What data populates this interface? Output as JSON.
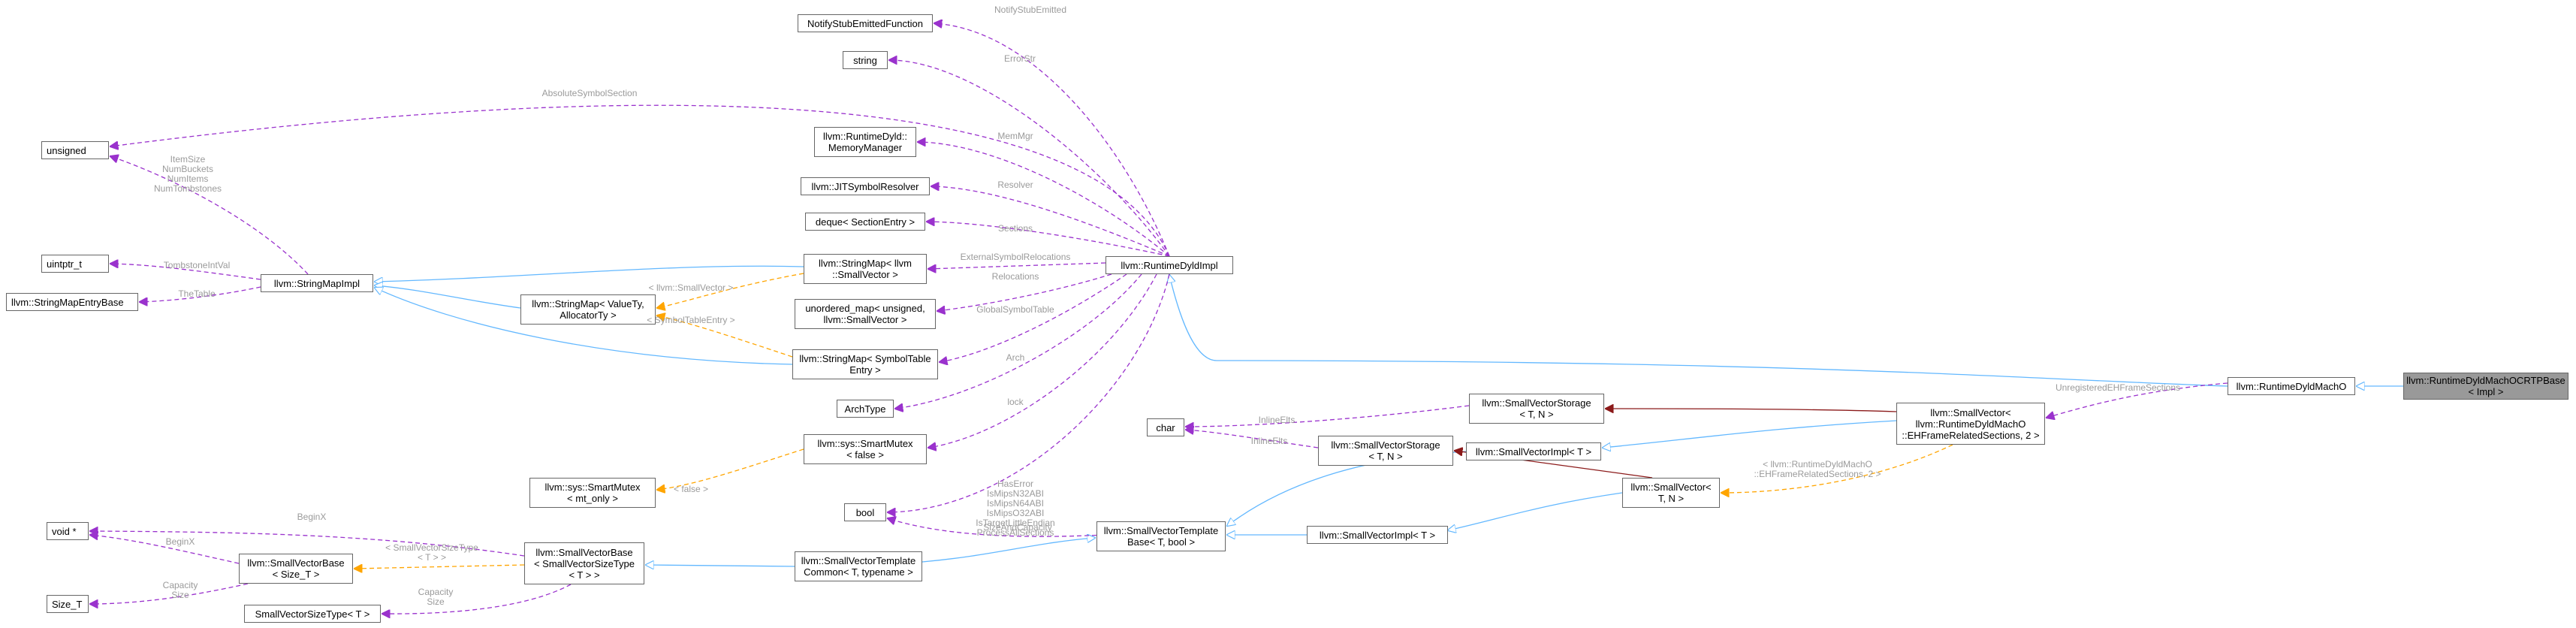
{
  "nodes": {
    "current": [
      "llvm::RuntimeDyldMachOCRTPBase",
      "< Impl >"
    ],
    "rdmacho": [
      "llvm::RuntimeDyldMachO"
    ],
    "rdimpl": [
      "llvm::RuntimeDyldImpl"
    ],
    "notify": [
      "NotifyStubEmittedFunction"
    ],
    "string": [
      "string"
    ],
    "memmgr": [
      "llvm::RuntimeDyld::",
      "MemoryManager"
    ],
    "jitsym": [
      "llvm::JITSymbolResolver"
    ],
    "deque": [
      "deque< SectionEntry >"
    ],
    "strmap_sv": [
      "llvm::StringMap< llvm",
      "::SmallVector >"
    ],
    "umap": [
      "unordered_map< unsigned,",
      "llvm::SmallVector >"
    ],
    "strmap_st": [
      "llvm::StringMap< SymbolTable",
      "Entry >"
    ],
    "archtype": [
      "ArchType"
    ],
    "mutex_false": [
      "llvm::sys::SmartMutex",
      "< false >"
    ],
    "bool": [
      "bool"
    ],
    "unsigned": [
      "unsigned"
    ],
    "uintptr": [
      "uintptr_t"
    ],
    "smeb": [
      "llvm::StringMapEntryBase"
    ],
    "smimpl": [
      "llvm::StringMapImpl"
    ],
    "strmap_vt": [
      "llvm::StringMap< ValueTy,",
      "AllocatorTy >"
    ],
    "mutex_mt": [
      "llvm::sys::SmartMutex",
      "< mt_only >"
    ],
    "void": [
      "void *"
    ],
    "svbase_size": [
      "llvm::SmallVectorBase",
      "< Size_T >"
    ],
    "size_t": [
      "Size_T"
    ],
    "svbase": [
      "llvm::SmallVectorBase",
      "< SmallVectorSizeType",
      "< T > >"
    ],
    "svsizetype": [
      "SmallVectorSizeType< T >"
    ],
    "svtc": [
      "llvm::SmallVectorTemplate",
      "Common< T, typename >"
    ],
    "svtb": [
      "llvm::SmallVectorTemplate",
      "Base< T, bool >"
    ],
    "char": [
      "char"
    ],
    "svs_tn": [
      "llvm::SmallVectorStorage",
      "< T, N >"
    ],
    "svimpl_t1": [
      "llvm::SmallVectorImpl< T >"
    ],
    "svimpl_t2": [
      "llvm::SmallVectorImpl< T >"
    ],
    "svs_ehfr": [
      "llvm::SmallVectorStorage",
      "< T, N >"
    ],
    "sv_tn": [
      "llvm::SmallVector<",
      "T, N >"
    ],
    "sv_ehfr": [
      "llvm::SmallVector<",
      "llvm::RuntimeDyldMachO",
      "::EHFrameRelatedSections, 2 >"
    ]
  },
  "edge_labels": {
    "notify": [
      "NotifyStubEmitted"
    ],
    "errstr": [
      "ErrorStr"
    ],
    "memmgr": [
      "MemMgr"
    ],
    "resolver": [
      "Resolver"
    ],
    "sections": [
      "Sections"
    ],
    "extsym": [
      "ExternalSymbolRelocations"
    ],
    "relocs": [
      "Relocations"
    ],
    "globsym": [
      "GlobalSymbolTable"
    ],
    "arch": [
      "Arch"
    ],
    "lock": [
      "lock"
    ],
    "bools": [
      "HasError",
      "IsMipsN32ABI",
      "IsMipsN64ABI",
      "IsMipsO32ABI",
      "IsTargetLittleEndian",
      "ProcessAllSections"
    ],
    "absym": [
      "AbsoluteSymbolSection"
    ],
    "itemsize": [
      "ItemSize",
      "NumBuckets",
      "NumItems",
      "NumTombstones"
    ],
    "tombstone": [
      "TombstoneIntVal"
    ],
    "thetable": [
      "TheTable"
    ],
    "tmpl_sv": [
      "< llvm::SmallVector >"
    ],
    "tmpl_ste": [
      "< SymbolTableEntry >"
    ],
    "tmpl_false": [
      "< false >"
    ],
    "beginx1": [
      "BeginX"
    ],
    "beginx2": [
      "BeginX"
    ],
    "capsize1": [
      "Capacity",
      "Size"
    ],
    "capsize2": [
      "Capacity",
      "Size"
    ],
    "tmpl_svst": [
      "< SmallVectorSizeType",
      "< T > >"
    ],
    "inlineelts1": [
      "InlineElts"
    ],
    "inlineelts2": [
      "InlineElts"
    ],
    "sizecap": [
      "SizeAndCapacity"
    ],
    "unreg": [
      "UnregisteredEHFrameSections"
    ],
    "tmpl_ehfr": [
      "< llvm::RuntimeDyldMachO",
      "::EHFrameRelatedSections, 2 >"
    ]
  },
  "colors": {
    "inherit": "#63b8ff",
    "usage": "#9a32cd",
    "template": "#ffa500",
    "storage": "#8b1a1a",
    "current_fill": "#999999"
  }
}
